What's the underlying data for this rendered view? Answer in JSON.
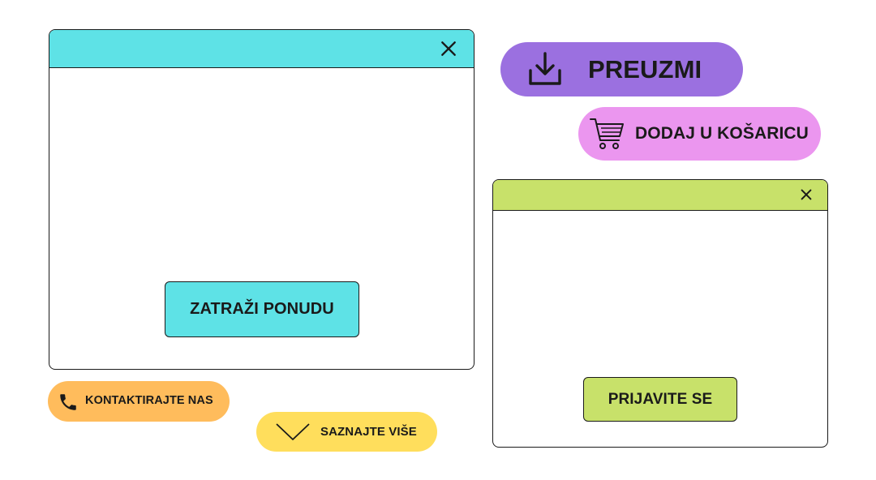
{
  "colors": {
    "cyan": "#5ee2e6",
    "purple": "#9b70e0",
    "pink": "#eb96ef",
    "lime": "#c8e16a",
    "orange": "#ffbc5c",
    "yellow": "#ffde5c",
    "ink": "#1a1a1a"
  },
  "dialog_offer": {
    "close_icon": "close-icon",
    "button_label": "ZATRAŽI PONUDU"
  },
  "dialog_login": {
    "close_icon": "close-icon",
    "button_label": "PRIJAVITE SE"
  },
  "download_button": {
    "icon": "download-icon",
    "label": "PREUZMI"
  },
  "cart_button": {
    "icon": "shopping-cart-icon",
    "label": "DODAJ U KOŠARICU"
  },
  "contact_button": {
    "icon": "phone-icon",
    "label": "KONTAKTIRAJTE NAS"
  },
  "learn_more_button": {
    "icon": "chevron-down-icon",
    "label": "SAZNAJTE VIŠE"
  }
}
